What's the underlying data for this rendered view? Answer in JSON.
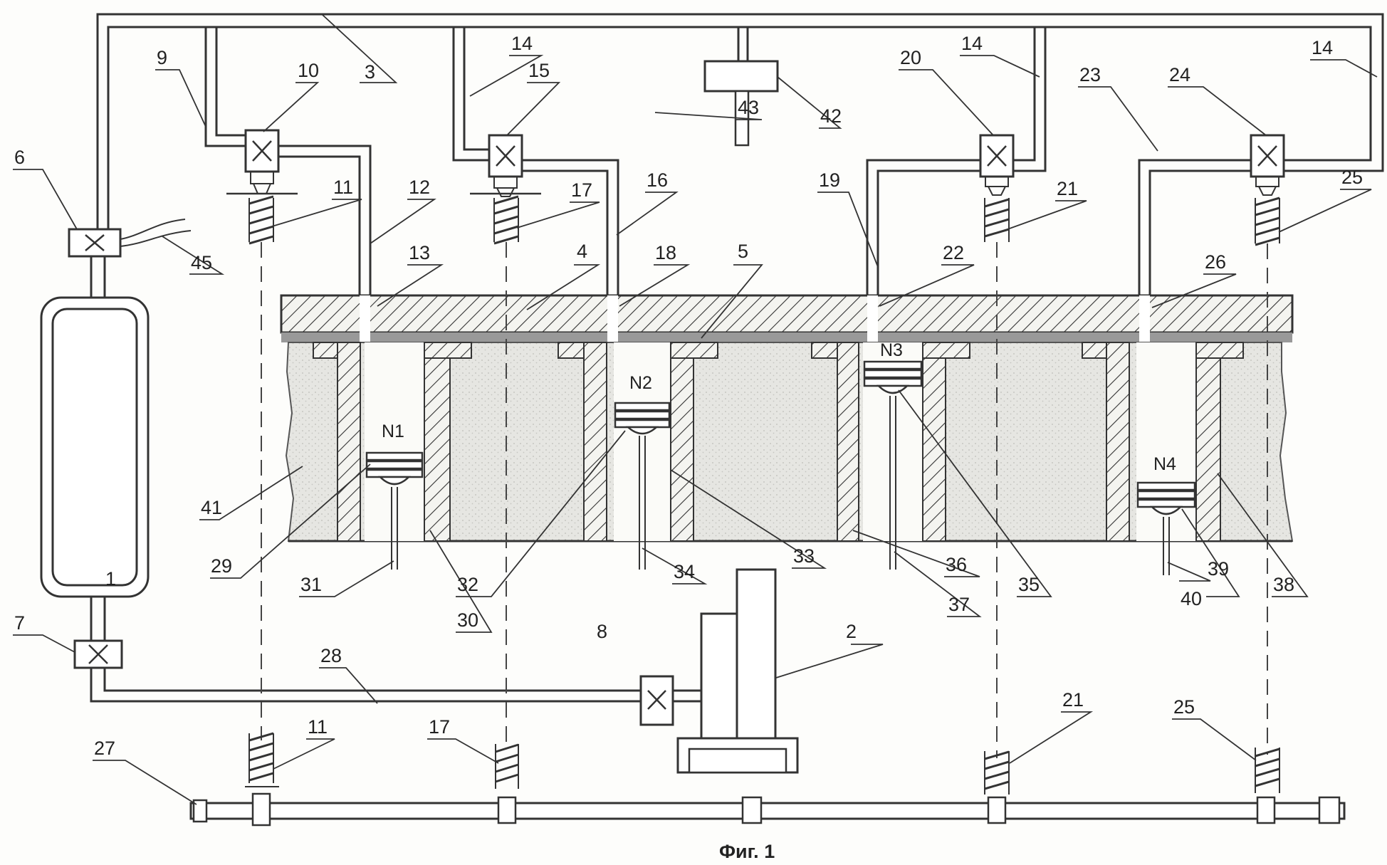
{
  "figure": {
    "caption": "Фиг. 1",
    "piston_labels": [
      "N1",
      "N2",
      "N3",
      "N4"
    ],
    "reference_numbers": [
      "1",
      "2",
      "3",
      "4",
      "5",
      "6",
      "7",
      "8",
      "9",
      "10",
      "11",
      "12",
      "13",
      "14",
      "15",
      "16",
      "17",
      "18",
      "19",
      "20",
      "21",
      "22",
      "23",
      "24",
      "25",
      "26",
      "27",
      "28",
      "29",
      "30",
      "31",
      "32",
      "33",
      "34",
      "35",
      "36",
      "37",
      "38",
      "39",
      "40",
      "41",
      "42",
      "43",
      "45"
    ]
  }
}
